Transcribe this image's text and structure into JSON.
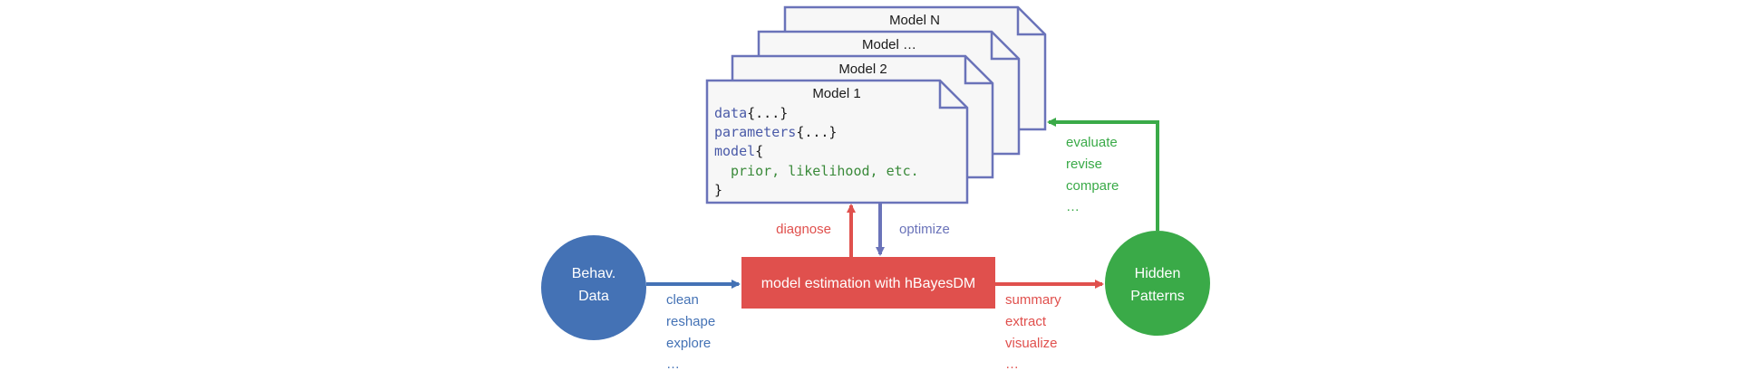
{
  "colors": {
    "blue": "#4472b5",
    "red": "#e0504d",
    "green": "#3aaa48",
    "purple": "#6a73b9",
    "code_blue": "#4a5aa8",
    "code_green": "#3a8a3a",
    "text_dark": "#1a1a1a",
    "card_fill": "#f7f7f7"
  },
  "cards": {
    "model_n_label": "Model N",
    "model_dots_label": "Model …",
    "model_2_label": "Model 2",
    "model_1_label": "Model 1"
  },
  "code": {
    "line1_kw": "data",
    "line1_rest": "{...}",
    "line2_kw": "parameters",
    "line2_rest": "{...}",
    "line3_kw": "model",
    "line3_rest": "{",
    "line4": "prior, likelihood, etc.",
    "line5": "}"
  },
  "nodes": {
    "behav_line1": "Behav.",
    "behav_line2": "Data",
    "estimation": "model estimation with hBayesDM",
    "hidden_line1": "Hidden",
    "hidden_line2": "Patterns"
  },
  "labels": {
    "diagnose": "diagnose",
    "optimize": "optimize",
    "data_steps": [
      "clean",
      "reshape",
      "explore",
      "…"
    ],
    "output_steps": [
      "summary",
      "extract",
      "visualize",
      "…"
    ],
    "feedback_steps": [
      "evaluate",
      "revise",
      "compare",
      "…"
    ]
  }
}
